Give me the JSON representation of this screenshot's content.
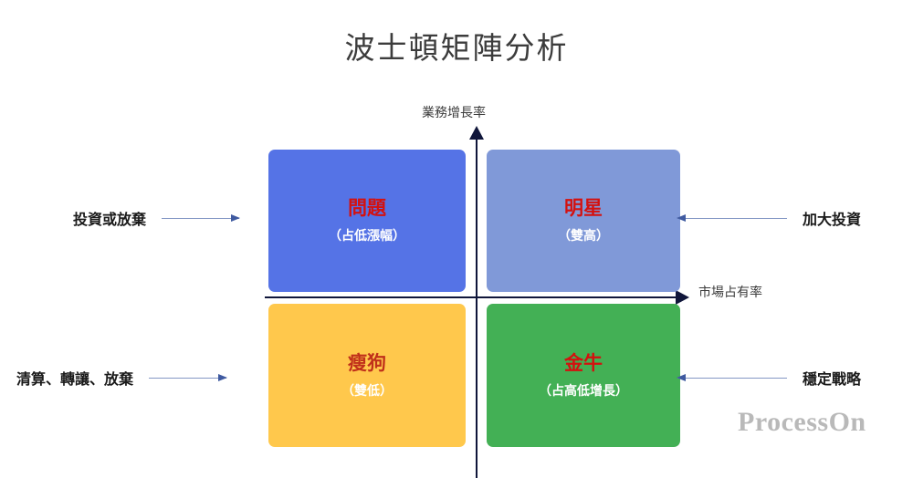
{
  "title": "波士頓矩陣分析",
  "axes": {
    "vertical_label": "業務增長率",
    "horizontal_label": "市場占有率"
  },
  "quadrants": [
    {
      "key": "question",
      "title": "問題",
      "subtitle": "（占低漲幅）",
      "color": "#5573E6",
      "title_color": "#D4110F",
      "position": "top-left"
    },
    {
      "key": "star",
      "title": "明星",
      "subtitle": "（雙高）",
      "color": "#8099D8",
      "title_color": "#D4110F",
      "position": "top-right"
    },
    {
      "key": "dog",
      "title": "瘦狗",
      "subtitle": "（雙低）",
      "color": "#FFC84C",
      "title_color": "#C0301A",
      "position": "bottom-left"
    },
    {
      "key": "cash_cow",
      "title": "金牛",
      "subtitle": "（占高低增長）",
      "color": "#43B055",
      "title_color": "#D4110F",
      "position": "bottom-right"
    }
  ],
  "callouts": [
    {
      "key": "invest_or_abandon",
      "label": "投資或放棄",
      "side": "left",
      "target": "question",
      "arrow": "right"
    },
    {
      "key": "increase_investment",
      "label": "加大投資",
      "side": "right",
      "target": "star",
      "arrow": "left"
    },
    {
      "key": "liquidate_transfer_abandon",
      "label": "清算、轉讓、放棄",
      "side": "left",
      "target": "dog",
      "arrow": "right"
    },
    {
      "key": "stable_strategy",
      "label": "穩定戰略",
      "side": "right",
      "target": "cash_cow",
      "arrow": "left"
    }
  ],
  "watermark": "ProcessOn",
  "colors": {
    "axis": "#10163A",
    "arrow_line": "#8497C4",
    "arrow_head": "#3F5AA0",
    "title_text": "#3C3C3C",
    "watermark": "#B9B9B9"
  }
}
